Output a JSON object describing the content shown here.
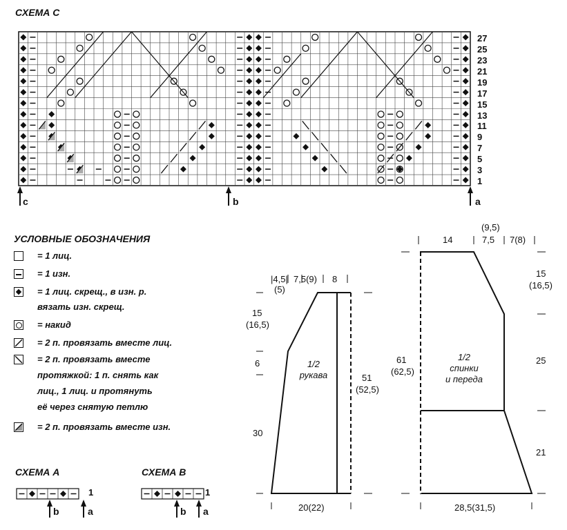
{
  "chart_c": {
    "title": "СХЕМА С",
    "rows": [
      "27",
      "25",
      "23",
      "21",
      "19",
      "17",
      "15",
      "13",
      "11",
      "9",
      "7",
      "5",
      "3",
      "1"
    ],
    "markers": [
      "c",
      "b",
      "a"
    ]
  },
  "legend": {
    "title": "УСЛОВНЫЕ ОБОЗНАЧЕНИЯ",
    "items": [
      {
        "symbol": "empty-square-icon",
        "text": "= 1 лиц."
      },
      {
        "symbol": "dash-square-icon",
        "text": "= 1 изн."
      },
      {
        "symbol": "diamond-square-icon",
        "text": "= 1 лиц. скрещ., в изн. р.",
        "text2": "вязать изн. скрещ."
      },
      {
        "symbol": "circle-square-icon",
        "text": "= накид"
      },
      {
        "symbol": "slash-square-icon",
        "text": "= 2 п. провязать вместе лиц."
      },
      {
        "symbol": "backslash-square-icon",
        "text": "= 2 п. провязать вместе",
        "text2": "протяжкой: 1 п. снять как",
        "text3": "лиц., 1 лиц. и протянуть",
        "text4": "её через снятую петлю"
      },
      {
        "symbol": "shaded-slash-square-icon",
        "text": "= 2 п. провязать вместе изн."
      }
    ]
  },
  "chart_a": {
    "title": "СХЕМА А",
    "row": "1",
    "markers": [
      "b",
      "a"
    ]
  },
  "chart_b": {
    "title": "СХЕМА В",
    "row": "1",
    "markers": [
      "b",
      "a"
    ]
  },
  "sleeve": {
    "label1": "1/2",
    "label2": "рукава",
    "top_dims": [
      "4,5",
      "7,5(9)",
      "8"
    ],
    "top_dim_sub": "(5)",
    "left_dims": [
      "15",
      "(16,5)",
      "6",
      "30"
    ],
    "right_dim": [
      "51",
      "(52,5)"
    ],
    "bottom_dim": "20(22)"
  },
  "body_piece": {
    "label1": "1/2",
    "label2": "спинки",
    "label3": "и переда",
    "top_dims": [
      "14",
      "7,5",
      "7(8)"
    ],
    "top_dim_sup": "(9,5)",
    "left_dim": [
      "61",
      "(62,5)"
    ],
    "right_dims": [
      "15",
      "(16,5)",
      "25",
      "21"
    ],
    "bottom_dim": "28,5(31,5)"
  }
}
